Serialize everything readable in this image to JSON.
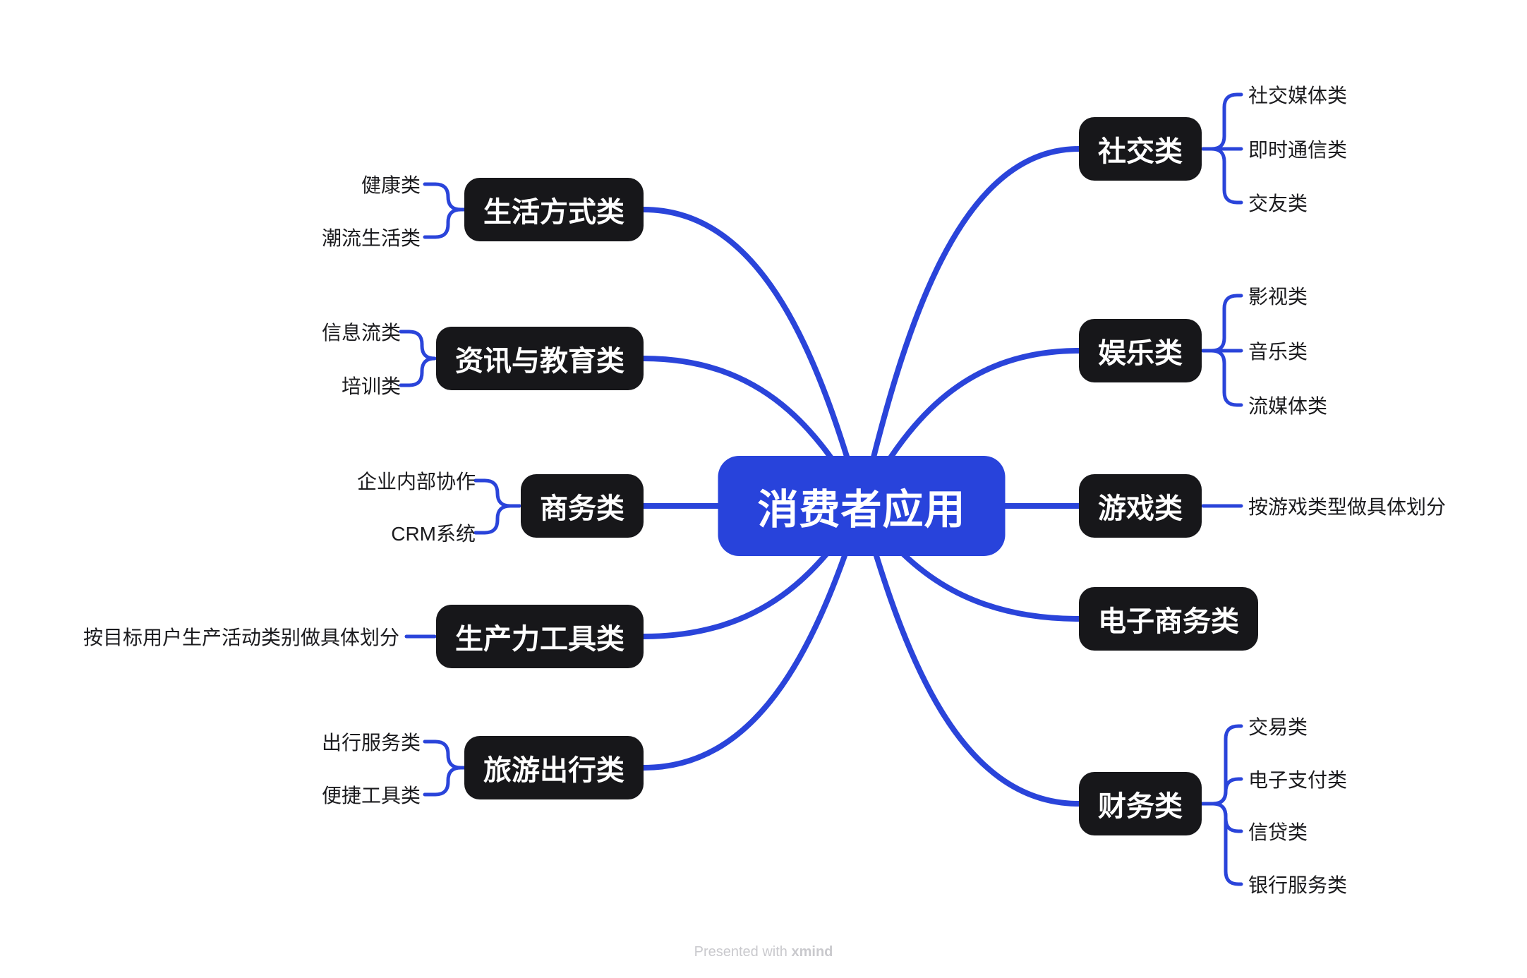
{
  "title": "消费者应用",
  "watermark": {
    "prefix": "Presented with ",
    "brand": "xmind"
  },
  "colors": {
    "center_fill": "#2843DB",
    "branch_fill": "#17171A",
    "line": "#2A44DA",
    "text_light": "#FFFFFF",
    "text_dark": "#1B1B1E",
    "watermark": "#C9C9CD",
    "background": "#FFFFFF"
  },
  "left_branches": [
    {
      "label": "生活方式类",
      "children": [
        "健康类",
        "潮流生活类"
      ]
    },
    {
      "label": "资讯与教育类",
      "children": [
        "信息流类",
        "培训类"
      ]
    },
    {
      "label": "商务类",
      "children": [
        "企业内部协作",
        "CRM系统"
      ]
    },
    {
      "label": "生产力工具类",
      "children": [
        "按目标用户生产活动类别做具体划分"
      ]
    },
    {
      "label": "旅游出行类",
      "children": [
        "出行服务类",
        "便捷工具类"
      ]
    }
  ],
  "right_branches": [
    {
      "label": "社交类",
      "children": [
        "社交媒体类",
        "即时通信类",
        "交友类"
      ]
    },
    {
      "label": "娱乐类",
      "children": [
        "影视类",
        "音乐类",
        "流媒体类"
      ]
    },
    {
      "label": "游戏类",
      "children": [
        "按游戏类型做具体划分"
      ]
    },
    {
      "label": "电子商务类",
      "children": []
    },
    {
      "label": "财务类",
      "children": [
        "交易类",
        "电子支付类",
        "信贷类",
        "银行服务类"
      ]
    }
  ]
}
